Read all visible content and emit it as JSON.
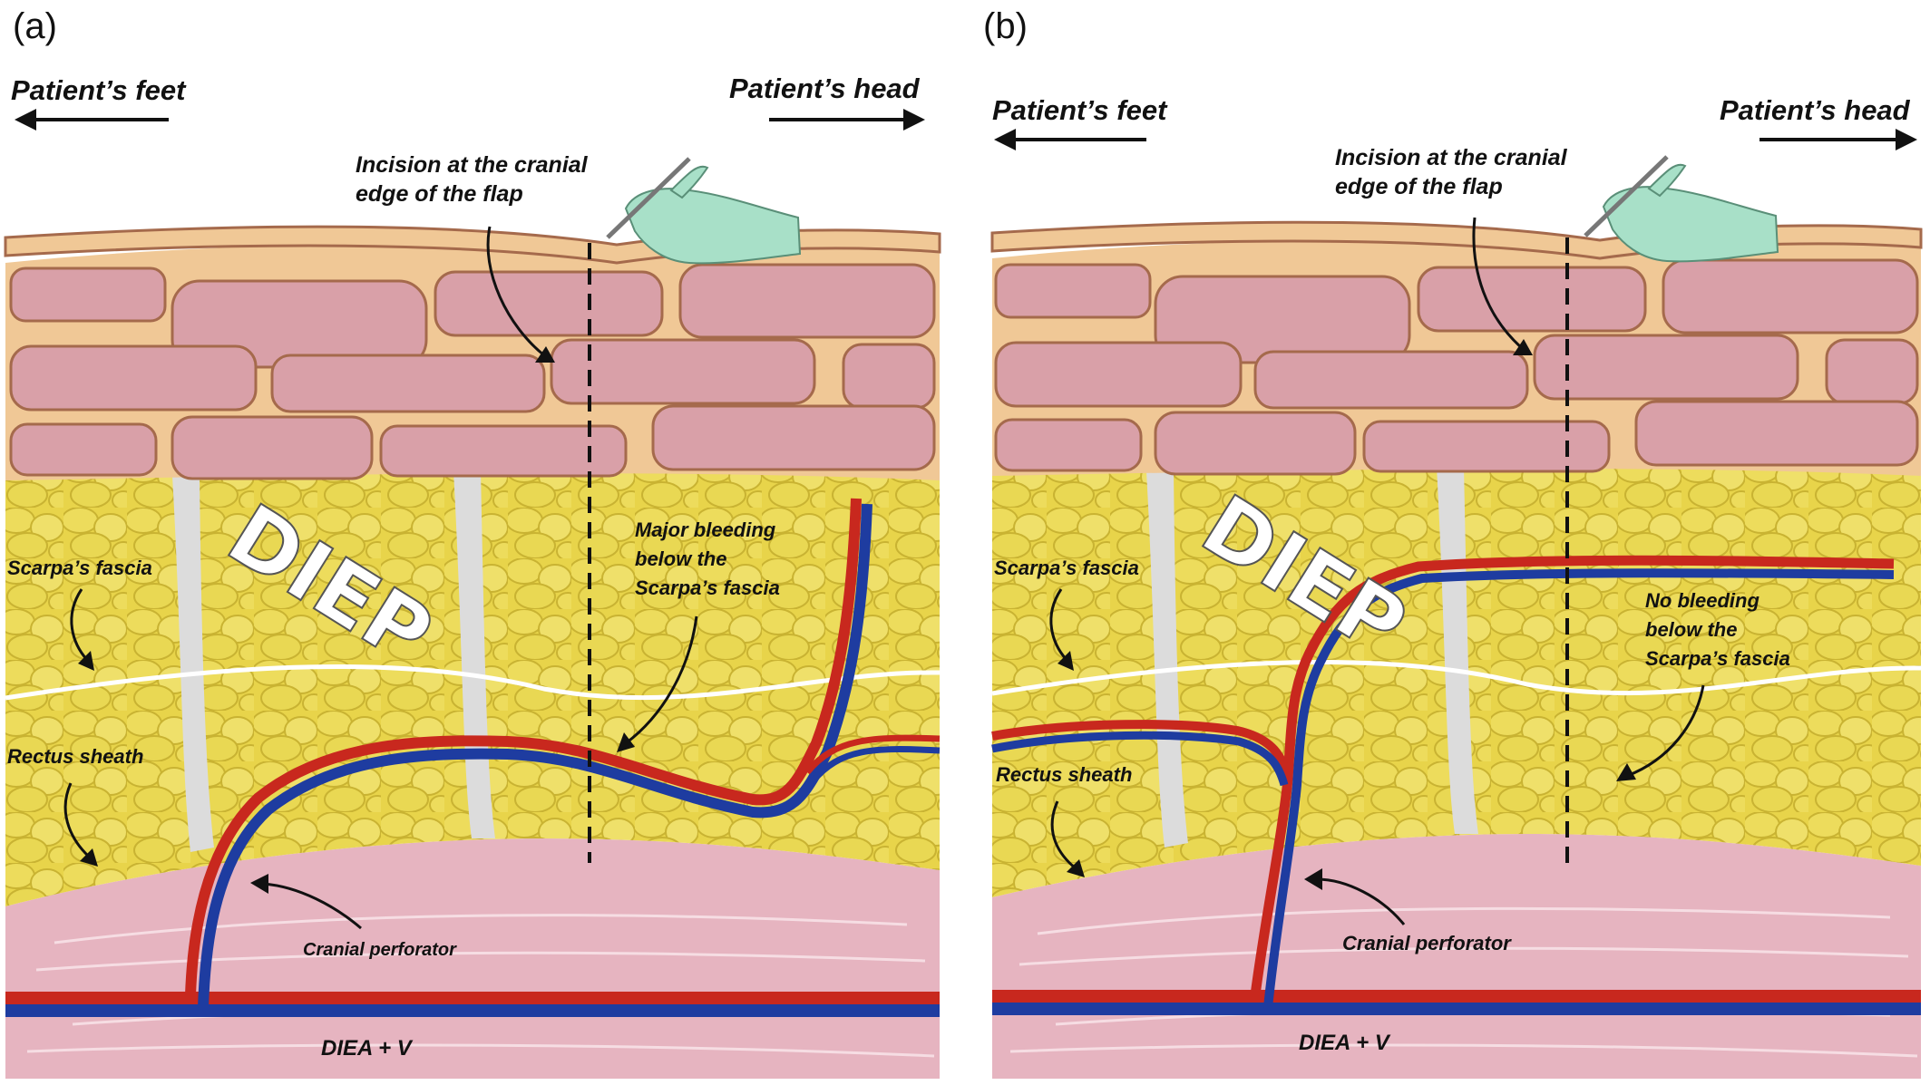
{
  "panels": [
    {
      "id": "a",
      "panel_label": "(a)",
      "feet_label": "Patient’s feet",
      "head_label": "Patient’s head",
      "incision_label_1": "Incision at the cranial",
      "incision_label_2": "edge of the flap",
      "flap_label": "DIEP",
      "scarpa_label": "Scarpa’s fascia",
      "rectus_label": "Rectus sheath",
      "bleeding_label_1": "Major bleeding",
      "bleeding_label_2": "below the",
      "bleeding_label_3": "Scarpa’s fascia",
      "perforator_label": "Cranial perforator",
      "vessel_label": "DIEA + V"
    },
    {
      "id": "b",
      "panel_label": "(b)",
      "feet_label": "Patient’s feet",
      "head_label": "Patient’s head",
      "incision_label_1": "Incision at the cranial",
      "incision_label_2": "edge of the flap",
      "flap_label": "DIEP",
      "scarpa_label": "Scarpa’s fascia",
      "rectus_label": "Rectus sheath",
      "bleeding_label_1": "No bleeding",
      "bleeding_label_2": "below the",
      "bleeding_label_3": "Scarpa’s fascia",
      "perforator_label": "Cranial perforator",
      "vessel_label": "DIEA + V"
    }
  ],
  "colors": {
    "skin": "#f0c896",
    "dermis": "#d9a0a8",
    "fat": "#e8d44a",
    "fat_septa": "#dcdcdc",
    "muscle": "#e6b4c0",
    "artery": "#c8281e",
    "vein": "#1e3ca0",
    "glove": "#a8e0c8"
  }
}
